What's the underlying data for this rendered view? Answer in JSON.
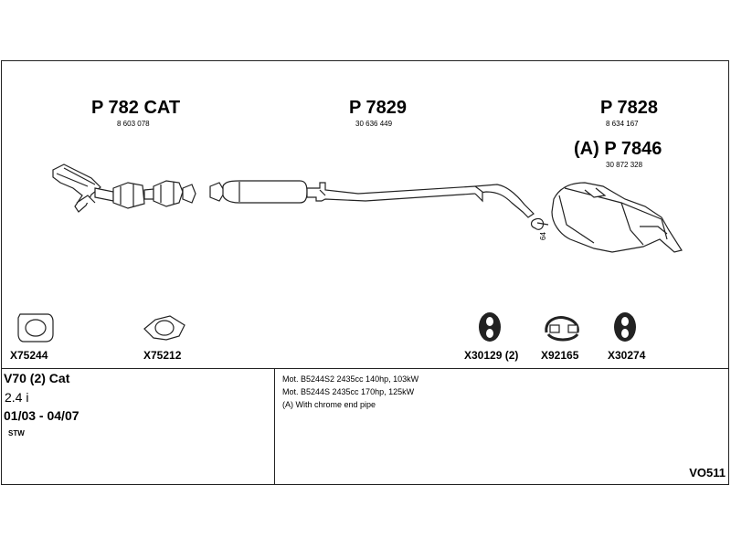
{
  "parts": {
    "cat": {
      "label": "P 782 CAT",
      "number": "8 603 078"
    },
    "middle": {
      "label": "P 7829",
      "number": "30 636 449"
    },
    "rear": {
      "label": "P 7828",
      "number": "8 634 167"
    },
    "rear_alt": {
      "label": "(A) P 7846",
      "number": "30 872 328"
    },
    "hanger_note": "64"
  },
  "accessories": [
    {
      "label": "X75244",
      "icon": "gasket-icon"
    },
    {
      "label": "X75212",
      "icon": "flange-gasket-icon"
    },
    {
      "label": "X30129 (2)",
      "icon": "rubber-mount-icon"
    },
    {
      "label": "X92165",
      "icon": "clamp-icon"
    },
    {
      "label": "X30274",
      "icon": "rubber-mount-icon"
    }
  ],
  "vehicle": {
    "model": "V70 (2) Cat",
    "engine": "2.4 i",
    "years": "01/03 - 04/07",
    "body": "STW"
  },
  "notes": [
    "Mot. B5244S2 2435cc 140hp, 103kW",
    "Mot. B5244S 2435cc 170hp, 125kW",
    "(A) With chrome end pipe"
  ],
  "diagram_code": "VO511"
}
